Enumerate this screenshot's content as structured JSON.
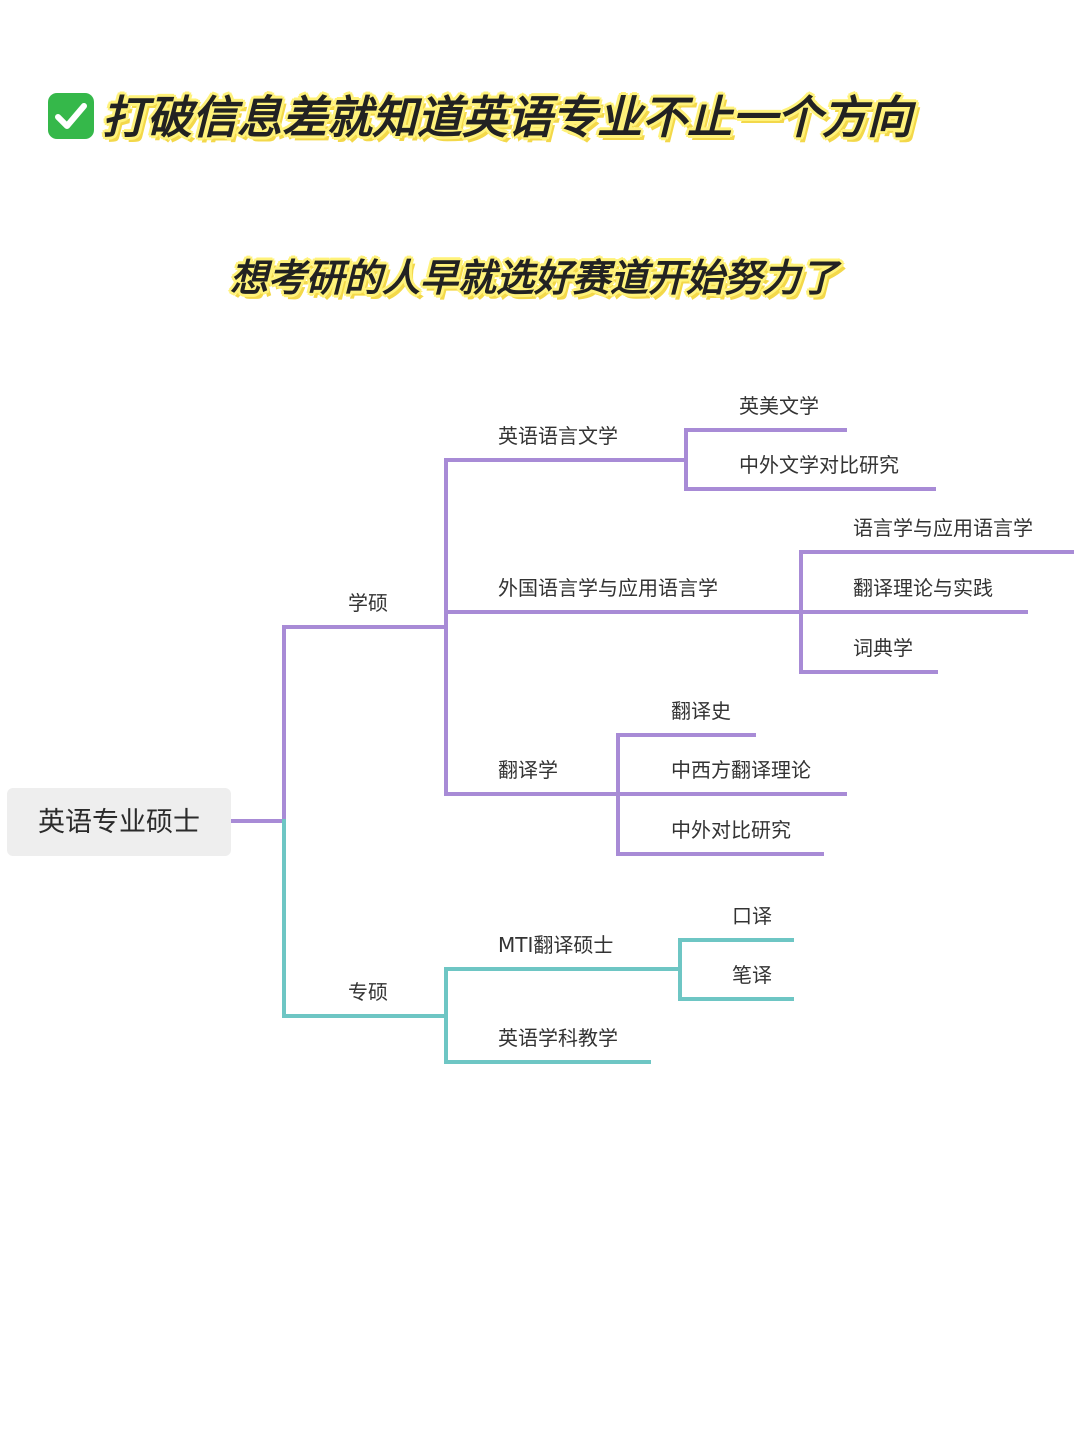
{
  "title": "打破信息差就知道英语专业不止一个方向",
  "subtitle": "想考研的人早就选好赛道开始努力了",
  "icons": {
    "title_icon": "check-mark-icon"
  },
  "colors": {
    "academic_branch": "#a88bd6",
    "professional_branch": "#6ec6c4",
    "root_background": "#eeeeee",
    "highlight": "#fff27a"
  },
  "mindmap": {
    "root": "英语专业硕士",
    "academic": {
      "label": "学硕",
      "children": [
        {
          "label": "英语语言文学",
          "children": [
            "英美文学",
            "中外文学对比研究"
          ]
        },
        {
          "label": "外国语言学与应用语言学",
          "children": [
            "语言学与应用语言学",
            "翻译理论与实践",
            "词典学"
          ]
        },
        {
          "label": "翻译学",
          "children": [
            "翻译史",
            "中西方翻译理论",
            "中外对比研究"
          ]
        }
      ]
    },
    "professional": {
      "label": "专硕",
      "children": [
        {
          "label": "MTI翻译硕士",
          "children": [
            "口译",
            "笔译"
          ]
        },
        {
          "label": "英语学科教学",
          "children": []
        }
      ]
    }
  }
}
